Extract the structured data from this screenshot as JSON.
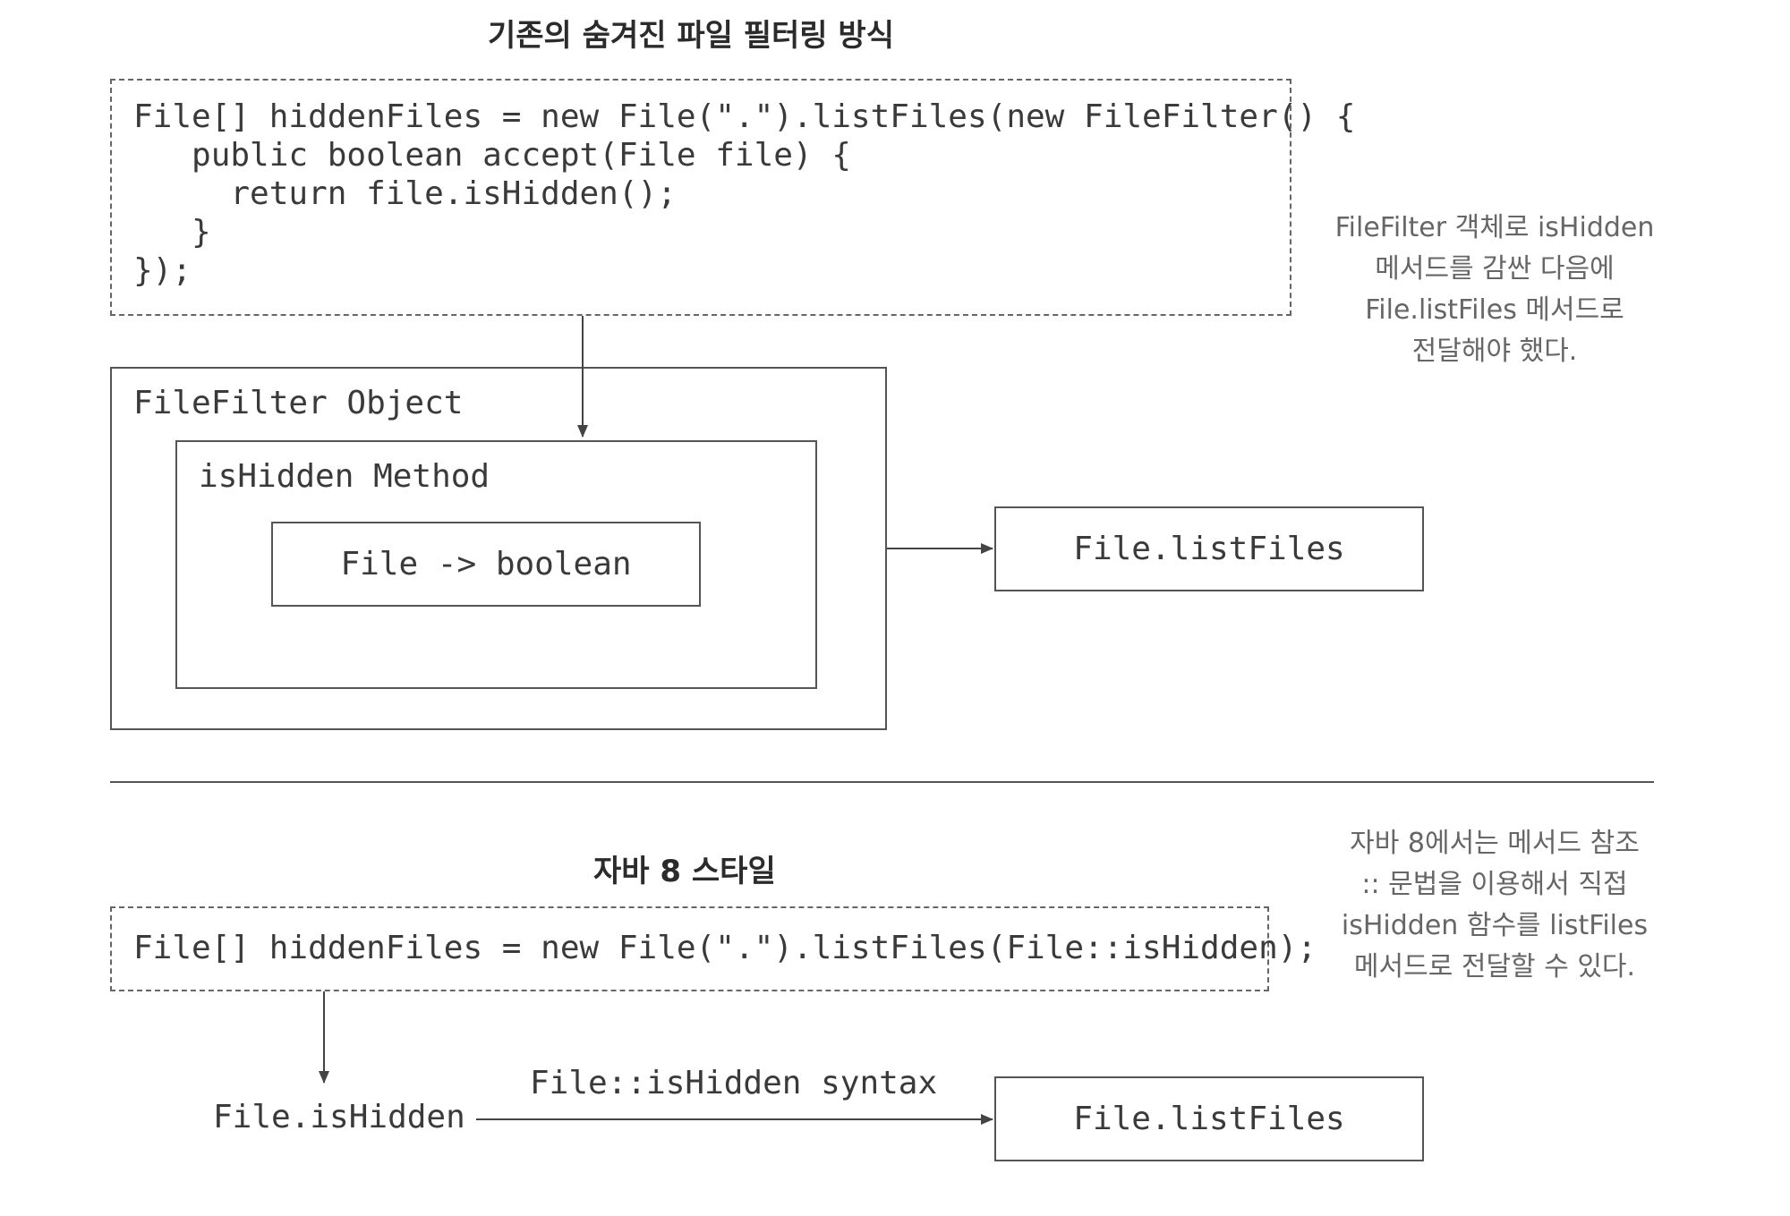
{
  "top": {
    "title": "기존의 숨겨진 파일 필터링 방식",
    "code_lines": [
      "File[] hiddenFiles = new File(\".\").listFiles(new FileFilter() {",
      "   public boolean accept(File file) {",
      "     return file.isHidden();",
      "   }",
      "});"
    ],
    "filefilter_label": "FileFilter Object",
    "ishidden_label": "isHidden Method",
    "signature": "File -> boolean",
    "target": "File.listFiles",
    "note_lines": [
      "FileFilter 객체로 isHidden",
      "메서드를 감싼 다음에",
      "File.listFiles 메서드로",
      "전달해야 했다."
    ]
  },
  "bottom": {
    "title": "자바 8 스타일",
    "code": "File[] hiddenFiles = new File(\".\").listFiles(File::isHidden);",
    "source": "File.isHidden",
    "arrow_label": "File::isHidden syntax",
    "target": "File.listFiles",
    "note_lines": [
      "자바 8에서는 메서드 참조",
      ":: 문법을 이용해서 직접",
      "isHidden 함수를 listFiles",
      "메서드로 전달할 수 있다."
    ]
  }
}
